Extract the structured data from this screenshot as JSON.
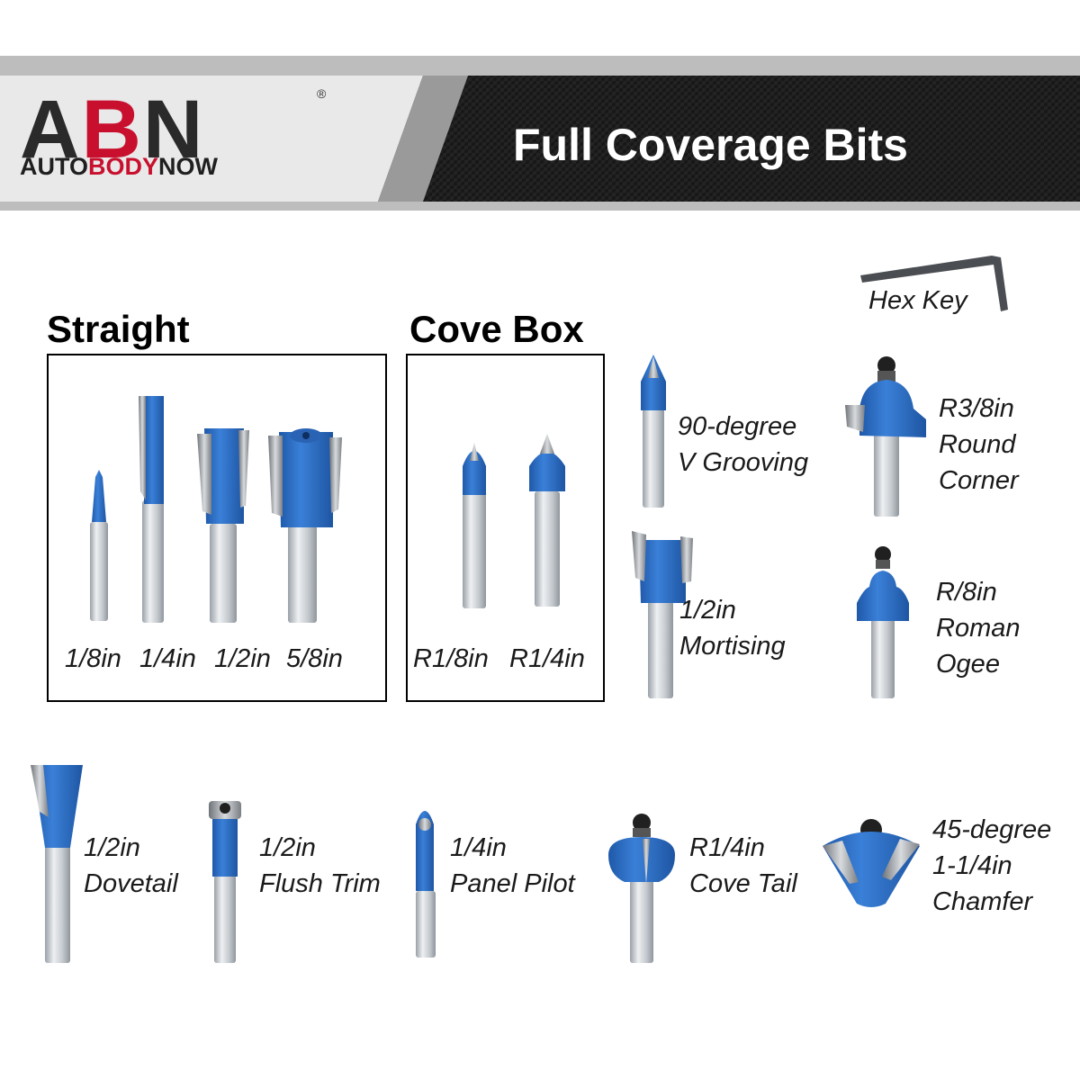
{
  "brand": {
    "letters": {
      "a": "A",
      "b": "B",
      "n": "N"
    },
    "registered": "®",
    "sub_left": "AUTO",
    "sub_mid": "BODY",
    "sub_right": "NOW",
    "brand_red": "#c8102e"
  },
  "banner_title": "Full Coverage Bits",
  "sections": {
    "straight": {
      "title": "Straight",
      "sizes": [
        "1/8in",
        "1/4in",
        "1/2in",
        "5/8in"
      ]
    },
    "cove_box": {
      "title": "Cove Box",
      "sizes": [
        "R1/8in",
        "R1/4in"
      ]
    }
  },
  "hex_key": "Hex Key",
  "bits": {
    "v_groove": {
      "line1": "90-degree",
      "line2": "V Grooving"
    },
    "mortise": {
      "line1": "1/2in",
      "line2": "Mortising"
    },
    "round_corner": {
      "line1": "R3/8in",
      "line2": "Round",
      "line3": "Corner"
    },
    "roman_ogee": {
      "line1": "R/8in",
      "line2": "Roman",
      "line3": "Ogee"
    },
    "dovetail": {
      "line1": "1/2in",
      "line2": "Dovetail"
    },
    "flush_trim": {
      "line1": "1/2in",
      "line2": "Flush Trim"
    },
    "panel_pilot": {
      "line1": "1/4in",
      "line2": "Panel Pilot"
    },
    "cove_tail": {
      "line1": "R1/4in",
      "line2": "Cove Tail"
    },
    "chamfer": {
      "line1": "45-degree",
      "line2": "1-1/4in",
      "line3": "Chamfer"
    }
  },
  "colors": {
    "bit_blue": "#2f6fc6",
    "shank": "#c8cdd2",
    "banner_dark": "#1c1c1c"
  }
}
